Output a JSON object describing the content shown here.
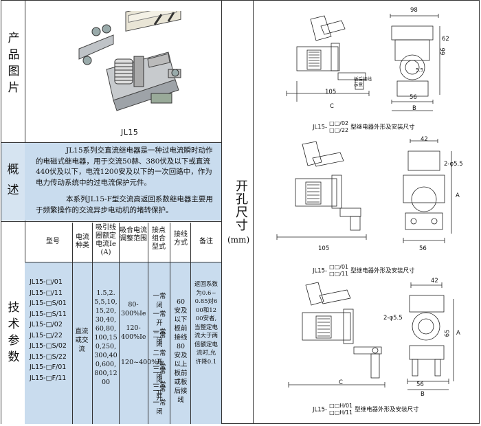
{
  "sidebar": {
    "product_image": "产品图片",
    "overview": "概述",
    "tech_params": "技术参数",
    "mounting_dims": "开孔尺寸",
    "unit": "(mm)"
  },
  "product": {
    "caption": "JL15"
  },
  "overview": {
    "paragraph1": "JL15系列交直流继电器是一种过电流瞬时动作的电磁式继电器，用于交流50赫、380伏及以下或直流440伏及以下，电流1200安及以下的一次回路中，作为电力传动系统中的过电流保护元件。",
    "paragraph2": "本系列JL15-F型交流高返回系数继电器主要用于频繁操作的交流异步电动机的堵转保护。"
  },
  "table": {
    "headers": [
      "型号",
      "电流种类",
      "吸引线圈额定电流Ie (A)",
      "吸合电流调整范围",
      "接点组合型式",
      "接线方式",
      "备注"
    ],
    "models": [
      "JL15-□/01",
      "JL15-□/11",
      "JL15-□S/01",
      "JL15-□S/11",
      "JL15-□/02",
      "JL15-□/22",
      "JL15-□S/02",
      "JL15-□S/22",
      "JL15-□F/01",
      "JL15-□F/11"
    ],
    "current_type": "直流或交流",
    "rated_current": "1.5,2.5,5,10,15,20,30,40,60,80,100,150,250,300,400,600,800,1200",
    "range1": "80-300%Ie",
    "range2": "120-400%Ie",
    "range3": "120~400%Ie",
    "contacts": [
      [
        "一常闭",
        "一常开",
        "一常闭"
      ],
      [
        "二常闭",
        "二常开",
        "二常闭",
        "二常开"
      ],
      [
        "一常闭",
        "一常开",
        "一常闭"
      ]
    ],
    "wiring": "60安及以下板前接线80安及以上板前或板后接线",
    "remark": "返回系数为0.6~0.85对600和1200安者,当整定电流大于两倍额定电流时,允许降0.1"
  },
  "drawings": {
    "caption1": {
      "prefix": "JL15-",
      "top": "□□/02",
      "bottom": "□□/22",
      "suffix": "型继电器外形及安装尺寸"
    },
    "caption2": {
      "prefix": "JL15-",
      "top": "□□/01",
      "bottom": "□□/11",
      "suffix": "型继电器外形及安装尺寸"
    },
    "caption3": {
      "prefix": "JL15-",
      "top": "□□H/01",
      "bottom": "□□H/11",
      "suffix": "型继电器外形及安装尺寸"
    },
    "dims": {
      "d98": "98",
      "d105": "105",
      "d56a": "56",
      "d62": "62",
      "d66": "66",
      "d65": "65",
      "d55a": "5.5",
      "C": "C",
      "B": "B",
      "A": "A",
      "d42a": "42",
      "d105b": "105",
      "d56b": "56",
      "hole1": "2-φ5.5",
      "d42b": "42",
      "d56c": "56",
      "hole2": "2-φ5.5",
      "note": "板后接线示意"
    }
  }
}
